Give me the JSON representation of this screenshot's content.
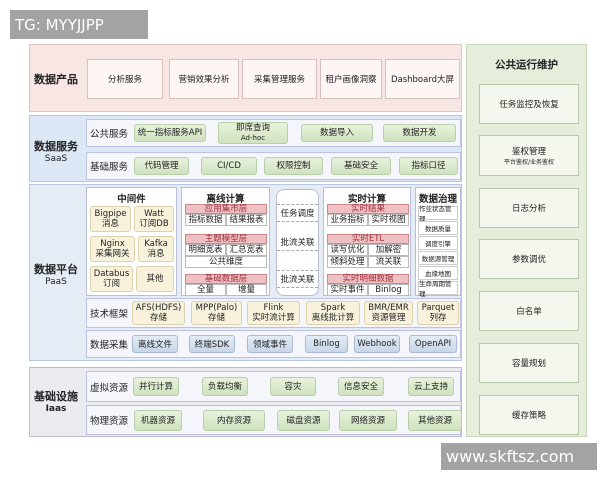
{
  "watermarks": {
    "top": "TG: MYYJJPP",
    "bottom": "www.skftsz.com"
  },
  "colors": {
    "product": "#f8e6e4",
    "service": "#dce8f5",
    "platform": "#e6ecf6",
    "infra": "#ecebf1",
    "ops": "#e4eedb"
  },
  "product": {
    "label": "数据产品",
    "items": [
      "分析服务",
      "营销效果分析",
      "采集管理服务",
      "租户画像洞察",
      "Dashboard大屏"
    ]
  },
  "service": {
    "label": "数据服务",
    "sub": "SaaS",
    "public": {
      "label": "公共服务",
      "items": [
        "统一指标服务API",
        "即席查询",
        "数据导入",
        "数据开发"
      ],
      "adhoc_sub": "Ad-hoc"
    },
    "basic": {
      "label": "基础服务",
      "items": [
        "代码管理",
        "CI/CD",
        "权限控制",
        "基础安全",
        "指标口径"
      ]
    }
  },
  "platform": {
    "label": "数据平台",
    "sub": "PaaS",
    "middleware": {
      "title": "中间件",
      "items": [
        [
          "Bigpipe",
          "消息"
        ],
        [
          "Watt",
          "订阅DB"
        ],
        [
          "Nginx",
          "采集网关"
        ],
        [
          "Kafka",
          "消息"
        ],
        [
          "Databus",
          "订阅"
        ],
        [
          "其他",
          ""
        ]
      ]
    },
    "offline": {
      "title": "离线计算",
      "app": "应用集市层",
      "app_cells": [
        "指标数据",
        "结果报表"
      ],
      "topic": "主题模型层",
      "topic_cells": [
        "明细宽表",
        "汇总宽表",
        "公共维度"
      ],
      "base": "基础数据层",
      "base_cells": [
        "全量",
        "增量"
      ]
    },
    "sched": [
      "任务调度",
      "批流关联",
      "批流关联"
    ],
    "realtime": {
      "title": "实时计算",
      "result": "实时结果",
      "result_cells": [
        "业务指标",
        "实时视图"
      ],
      "etl": "实时ETL",
      "etl_cells": [
        "读写优化",
        "加解密",
        "倾斜处理",
        "流关联"
      ],
      "detail": "实时明细数据",
      "detail_cells": [
        "实时事件",
        "Binlog"
      ]
    },
    "governance": {
      "title": "数据治理",
      "items": [
        "作业状态管理",
        "数据质量",
        "调度引擎",
        "数据源管理",
        "血缘地图",
        "生命周期管理"
      ]
    },
    "framework": {
      "label": "技术框架",
      "items": [
        [
          "AFS(HDFS)",
          "存储"
        ],
        [
          "MPP(Palo)",
          "存储"
        ],
        [
          "Flink",
          "实时流计算"
        ],
        [
          "Spark",
          "离线批计算"
        ],
        [
          "BMR/EMR",
          "资源管理"
        ],
        [
          "Parquet",
          "列存"
        ]
      ]
    },
    "collect": {
      "label": "数据采集",
      "items": [
        "离线文件",
        "终端SDK",
        "领域事件",
        "Binlog",
        "Webhook",
        "OpenAPI"
      ]
    }
  },
  "infra": {
    "label": "基础设施",
    "sub": "Iaas",
    "virtual": {
      "label": "虚拟资源",
      "items": [
        "并行计算",
        "负载均衡",
        "容灾",
        "信息安全",
        "云上支持"
      ]
    },
    "physical": {
      "label": "物理资源",
      "items": [
        "机器资源",
        "内存资源",
        "磁盘资源",
        "网络资源",
        "其他资源"
      ]
    }
  },
  "ops": {
    "title": "公共运行维护",
    "items": [
      "任务监控及恢复",
      "鉴权管理",
      "日志分析",
      "参数调优",
      "白名单",
      "容量规划",
      "缓存策略"
    ],
    "auth_sub": "平台鉴权/业务鉴权"
  }
}
